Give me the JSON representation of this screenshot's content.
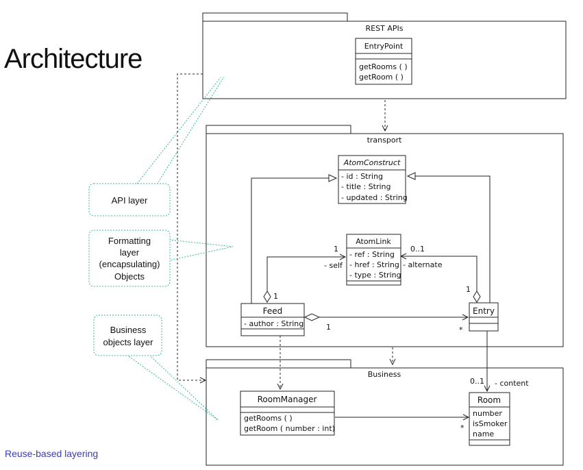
{
  "title": "Architecture",
  "footer": "Reuse-based layering",
  "packages": {
    "rest": "REST APIs",
    "transport": "transport",
    "business": "Business"
  },
  "classes": {
    "entry_point": {
      "name": "EntryPoint",
      "ops": [
        "getRooms ( )",
        "getRoom ( )"
      ]
    },
    "atom_construct": {
      "name": "AtomConstruct",
      "attrs": [
        "- id : String",
        "- title : String",
        "- updated : String"
      ]
    },
    "atom_link": {
      "name": "AtomLink",
      "attrs": [
        "- ref : String",
        "- href : String",
        "- type : String"
      ]
    },
    "feed": {
      "name": "Feed",
      "attrs": [
        "- author : String"
      ]
    },
    "entry": {
      "name": "Entry"
    },
    "room_manager": {
      "name": "RoomManager",
      "ops": [
        "getRooms ( )",
        "getRoom ( number : int)"
      ]
    },
    "room": {
      "name": "Room",
      "attrs": [
        "number",
        "isSmoker",
        "name"
      ]
    }
  },
  "labels": {
    "self_mult": "1",
    "self_role": "- self",
    "feed_agg_mult": "1",
    "alternate_mult": "0..1",
    "alternate_role": "- alternate",
    "entry_agg_mult": "1",
    "feed_entry_mult": "1",
    "entry_star": "*",
    "content_mult": "0..1",
    "content_role": "- content",
    "room_star": "*"
  },
  "callouts": {
    "api": "API layer",
    "formatting": [
      "Formatting",
      "layer",
      "(encapsulating)",
      "Objects"
    ],
    "business": [
      "Business",
      "objects layer"
    ]
  }
}
